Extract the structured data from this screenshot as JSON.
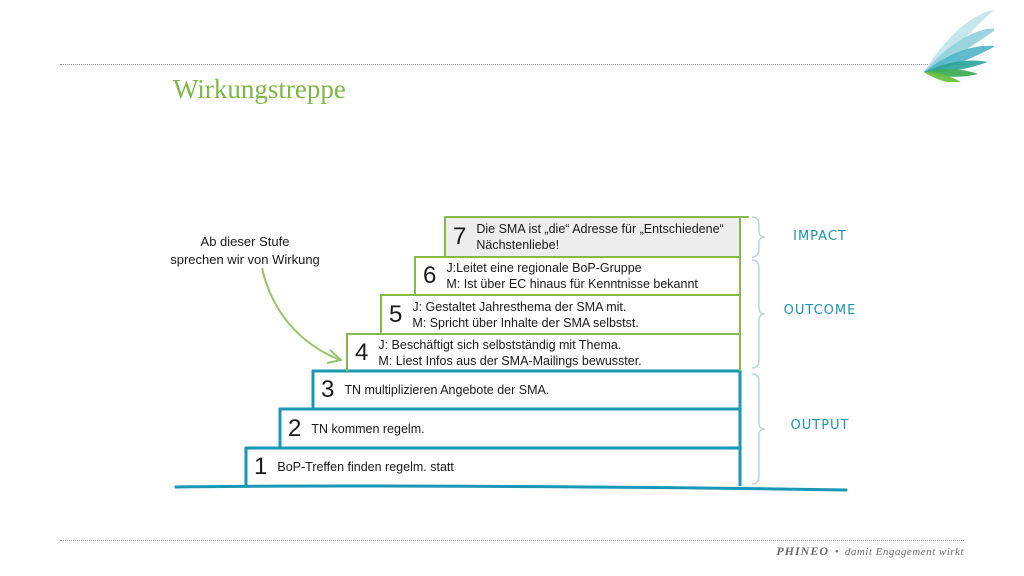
{
  "slide": {
    "title": "Wirkungstreppe",
    "annotation": [
      "Ab dieser Stufe",
      "sprechen wir von Wirkung"
    ],
    "footer": {
      "brand": "PHINEO",
      "separator": "•",
      "tagline": "damit Engagement wirkt"
    }
  },
  "colors": {
    "teal": "#1a97b6",
    "green": "#83ba4a",
    "title_green": "#7db843",
    "top_fill": "#ededed",
    "cat_text": "#1a94b3"
  },
  "steps": [
    {
      "number": "1",
      "lines": [
        "BoP-Treffen finden regelm. statt"
      ]
    },
    {
      "number": "2",
      "lines": [
        "TN kommen regelm."
      ]
    },
    {
      "number": "3",
      "lines": [
        "TN multiplizieren Angebote der SMA."
      ]
    },
    {
      "number": "4",
      "lines": [
        "J: Beschäftigt sich selbstständig mit Thema.",
        "M: Liest Infos aus der SMA-Mailings bewusster."
      ]
    },
    {
      "number": "5",
      "lines": [
        "J: Gestaltet Jahresthema der SMA mit.",
        "M: Spricht über Inhalte der SMA selbstst."
      ]
    },
    {
      "number": "6",
      "lines": [
        "J:Leitet eine regionale BoP-Gruppe",
        "M: Ist über EC hinaus für Kenntnisse bekannt"
      ]
    },
    {
      "number": "7",
      "lines": [
        "Die SMA ist „die“ Adresse für „Entschiedene“",
        "Nächstenliebe!"
      ]
    }
  ],
  "categories": [
    "IMPACT",
    "OUTCOME",
    "OUTPUT"
  ]
}
